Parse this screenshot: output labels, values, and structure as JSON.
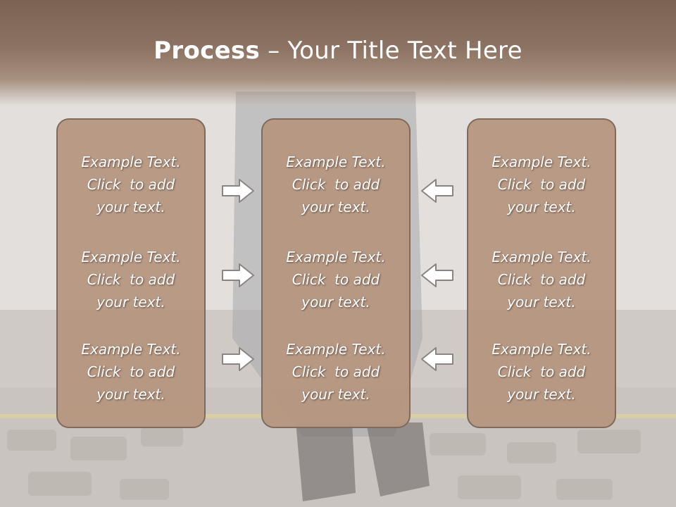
{
  "slide": {
    "title_bold": "Process",
    "title_sep": " – ",
    "title_rest": "Your Title Text Here"
  },
  "columns": [
    {
      "items": [
        {
          "line1": "Example Text.",
          "line2": "Click  to add",
          "line3": "your text."
        },
        {
          "line1": "Example Text.",
          "line2": "Click  to add",
          "line3": "your text."
        },
        {
          "line1": "Example Text.",
          "line2": "Click  to add",
          "line3": "your text."
        }
      ]
    },
    {
      "items": [
        {
          "line1": "Example Text.",
          "line2": "Click  to add",
          "line3": "your text."
        },
        {
          "line1": "Example Text.",
          "line2": "Click  to add",
          "line3": "your text."
        },
        {
          "line1": "Example Text.",
          "line2": "Click  to add",
          "line3": "your text."
        }
      ]
    },
    {
      "items": [
        {
          "line1": "Example Text.",
          "line2": "Click  to add",
          "line3": "your text."
        },
        {
          "line1": "Example Text.",
          "line2": "Click  to add",
          "line3": "your text."
        },
        {
          "line1": "Example Text.",
          "line2": "Click  to add",
          "line3": "your text."
        }
      ]
    }
  ],
  "icons": {
    "left_arrows": "arrow-right-icon",
    "right_arrows": "arrow-left-icon"
  },
  "colors": {
    "header": "#7a6353",
    "panel_fill": "#b59680",
    "panel_border": "#7f6a5c",
    "text": "#ffffff"
  }
}
